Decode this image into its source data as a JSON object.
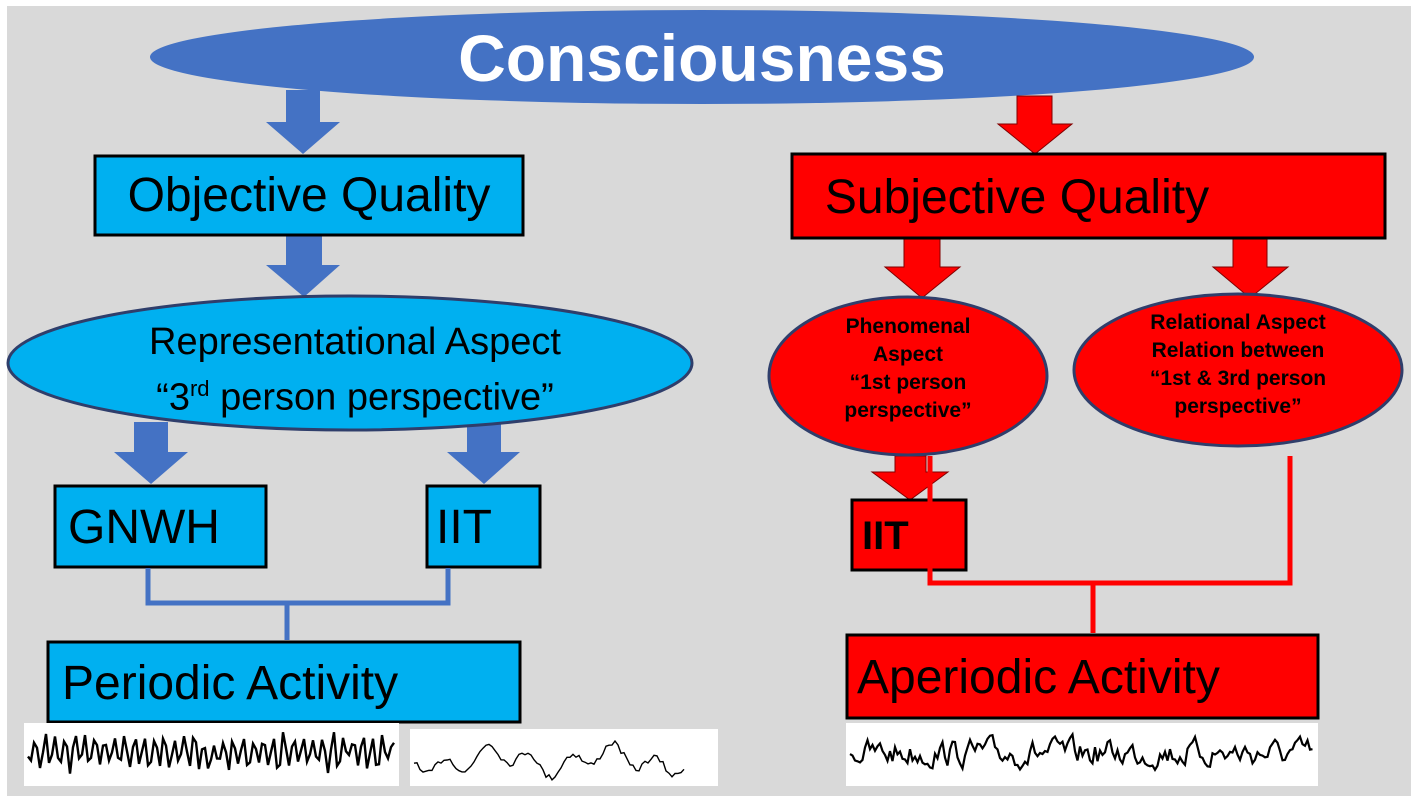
{
  "title": "Consciousness",
  "left": {
    "quality": "Objective Quality",
    "aspect_line1": "Representational Aspect",
    "aspect_line2_pre": "“3",
    "aspect_line2_sup": "rd",
    "aspect_line2_post": " person perspective”",
    "theory_a": "GNWH",
    "theory_b": "IIT",
    "activity": "Periodic Activity"
  },
  "right": {
    "quality": "Subjective Quality",
    "phenomenal_lines": [
      "Phenomenal",
      "Aspect",
      "“1st person",
      "perspective”"
    ],
    "relational_lines": [
      "Relational Aspect",
      "Relation between",
      "“1st & 3rd person",
      "perspective”"
    ],
    "theory": "IIT",
    "activity": "Aperiodic Activity"
  },
  "colors": {
    "background": "#d9d9d9",
    "title_fill": "#4472c4",
    "blue_fill": "#00b0f0",
    "blue_arrow": "#4472c4",
    "blue_line": "#4472c4",
    "red_fill": "#ff0000",
    "outline_dark": "#000000",
    "ellipse_outline": "#2f3e6b",
    "wave_panel": "#ffffff"
  }
}
